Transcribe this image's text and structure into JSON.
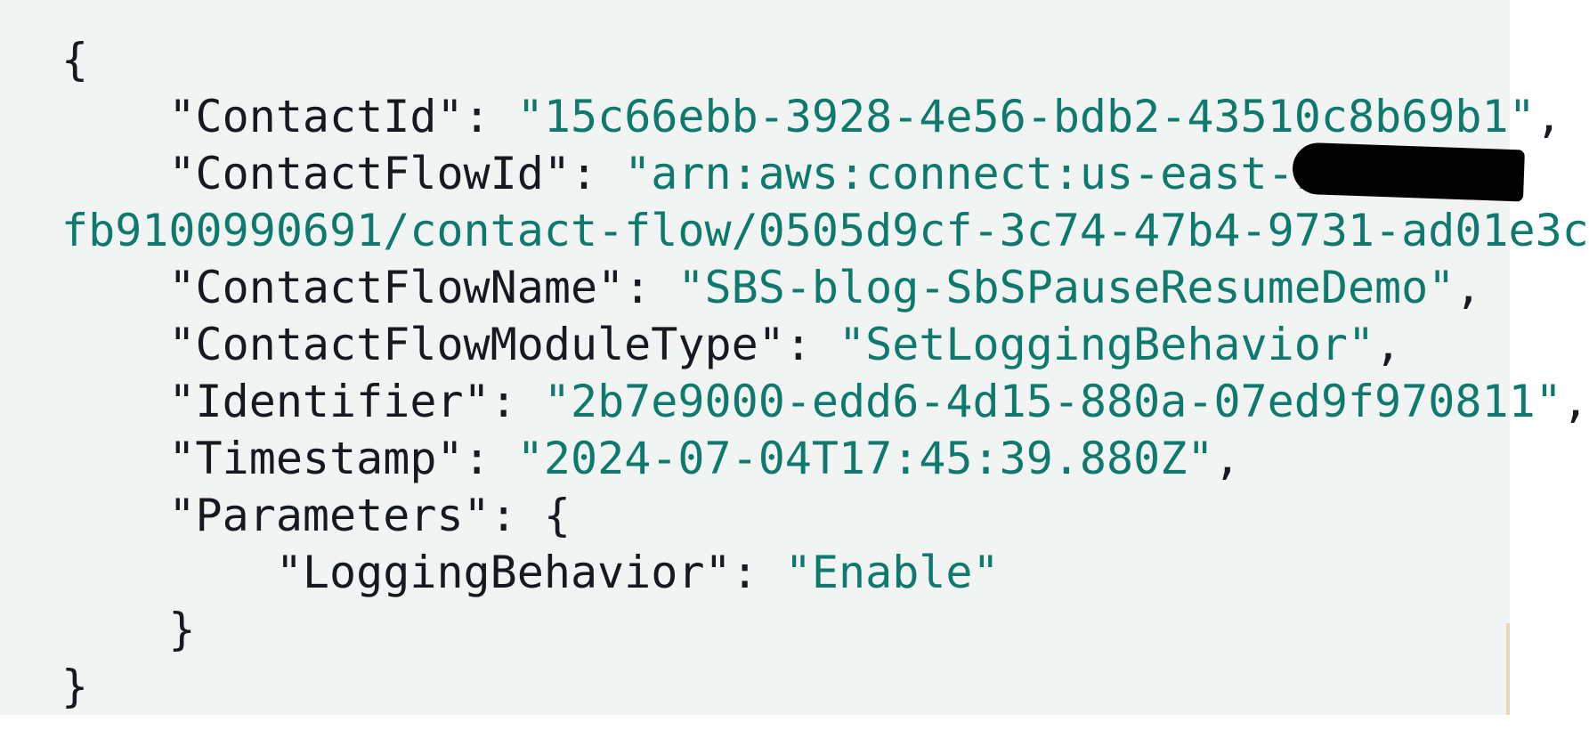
{
  "code": {
    "lines": [
      {
        "text": "{"
      },
      {
        "indent": "    ",
        "key": "\"ContactId\"",
        "sep": ": ",
        "value": "\"15c66ebb-3928-4e56-bdb2-43510c8b69b1\"",
        "trail": ","
      },
      {
        "indent": "    ",
        "key": "\"ContactFlowId\"",
        "sep": ": ",
        "value": "\"arn:aws:connect:us-east-1:"
      },
      {
        "value": "fb9100990691/contact-flow/0505d9cf-3c74-47b4-9731-ad01e3c"
      },
      {
        "indent": "    ",
        "key": "\"ContactFlowName\"",
        "sep": ": ",
        "value": "\"SBS-blog-SbSPauseResumeDemo\"",
        "trail": ","
      },
      {
        "indent": "    ",
        "key": "\"ContactFlowModuleType\"",
        "sep": ": ",
        "value": "\"SetLoggingBehavior\"",
        "trail": ","
      },
      {
        "indent": "    ",
        "key": "\"Identifier\"",
        "sep": ": ",
        "value": "\"2b7e9000-edd6-4d15-880a-07ed9f970811\"",
        "trail": ","
      },
      {
        "indent": "    ",
        "key": "\"Timestamp\"",
        "sep": ": ",
        "value": "\"2024-07-04T17:45:39.880Z\"",
        "trail": ","
      },
      {
        "indent": "    ",
        "key": "\"Parameters\"",
        "sep": ": ",
        "trail": "{"
      },
      {
        "indent": "        ",
        "key": "\"LoggingBehavior\"",
        "sep": ": ",
        "value": "\"Enable\""
      },
      {
        "indent": "    ",
        "text": "}"
      },
      {
        "text": "}"
      }
    ]
  },
  "colors": {
    "background": "#f2f3f3",
    "key_text": "#16191f",
    "string_value": "#0e7a6e",
    "redaction": "#000000"
  }
}
